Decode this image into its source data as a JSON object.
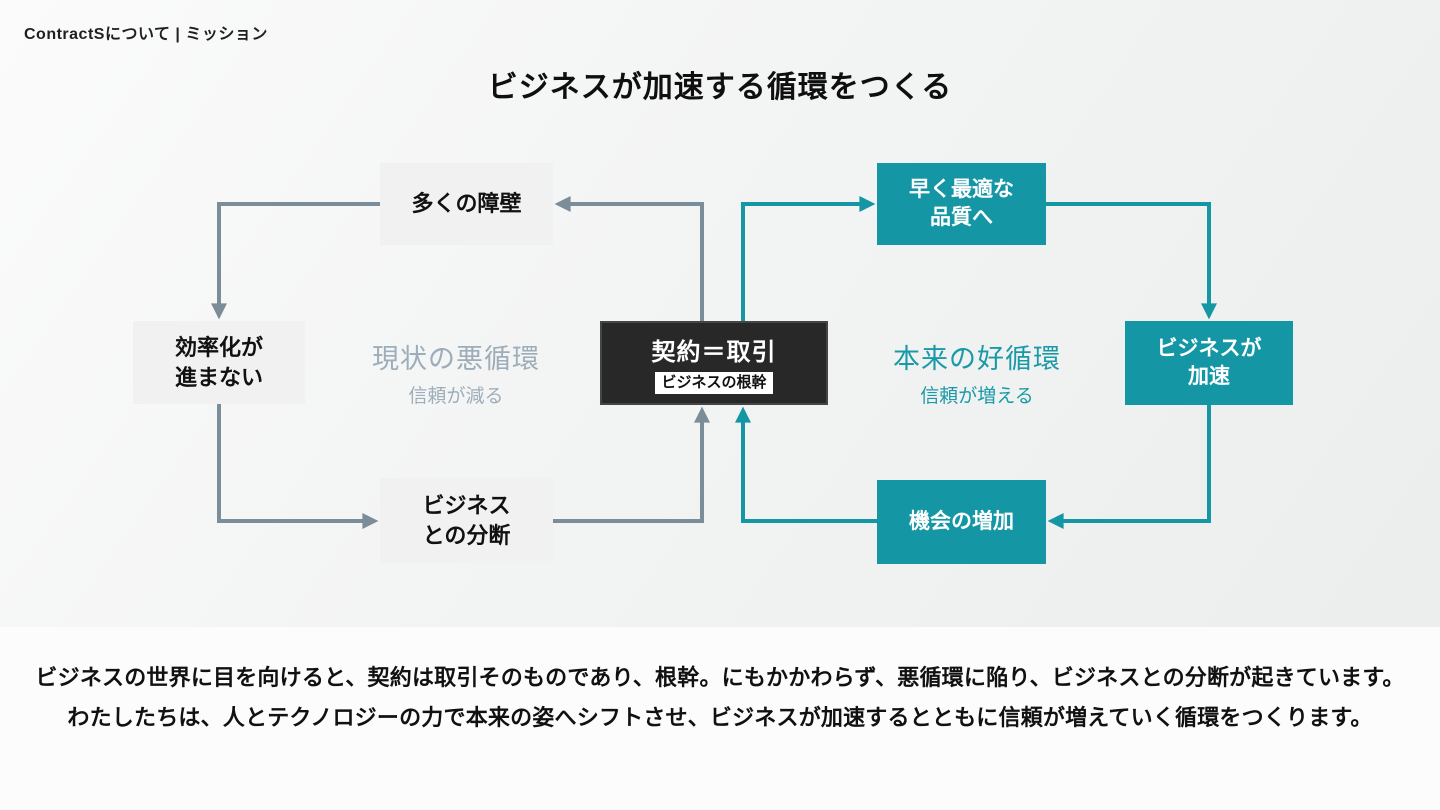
{
  "page": {
    "breadcrumb": "ContractSについて | ミッション",
    "title": "ビジネスが加速する循環をつくる"
  },
  "colors": {
    "bad_cycle_line": "#7b8d99",
    "bad_cycle_label": "#9eadba",
    "good_cycle": "#1596a5",
    "good_cycle_label": "#1a9aa8",
    "neutral_box_bg": "#f1f1f1",
    "core_box_bg": "#282828"
  },
  "diagram": {
    "bad_cycle": {
      "label": "現状の悪循環",
      "sublabel": "信頼が減る",
      "box_top": "多くの障壁",
      "box_left": "効率化が\n進まない",
      "box_bottom": "ビジネス\nとの分断"
    },
    "core": {
      "title": "契約＝取引",
      "badge": "ビジネスの根幹"
    },
    "good_cycle": {
      "label": "本来の好循環",
      "sublabel": "信頼が増える",
      "box_top": "早く最適な\n品質へ",
      "box_right": "ビジネスが\n加速",
      "box_bottom": "機会の増加"
    }
  },
  "footer": {
    "line1": "ビジネスの世界に目を向けると、契約は取引そのものであり、根幹。にもかかわらず、悪循環に陥り、ビジネスとの分断が起きています。",
    "line2": "わたしたちは、人とテクノロジーの力で本来の姿へシフトさせ、ビジネスが加速するとともに信頼が増えていく循環をつくります。"
  }
}
